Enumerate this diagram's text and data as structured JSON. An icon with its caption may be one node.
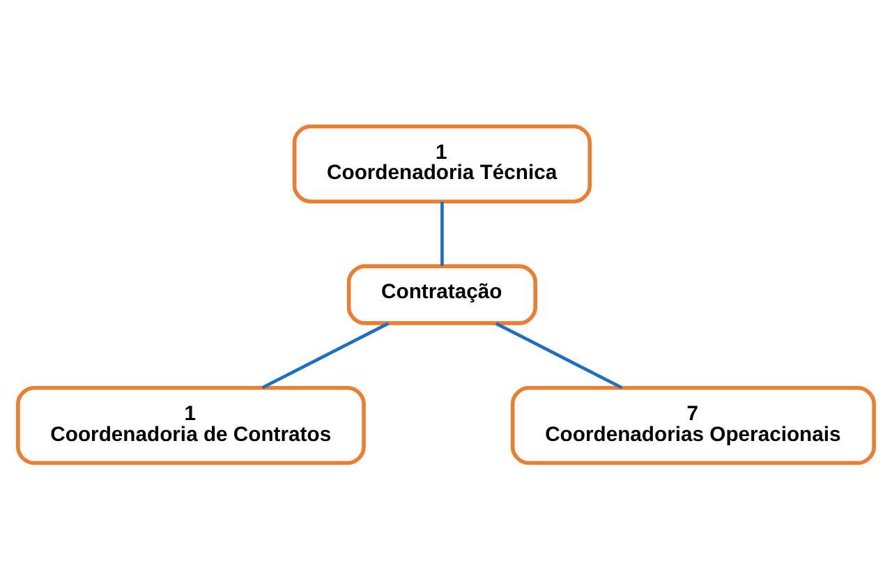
{
  "diagram": {
    "nodes": [
      {
        "text": [
          "1 Coordenadoria Técnica"
        ]
      },
      {
        "text": [
          "Contratação"
        ]
      },
      {
        "text": [
          "1 Coordenadoria de Contratos"
        ]
      },
      {
        "text": [
          "7 Coordenadorias Operacionais"
        ]
      }
    ],
    "edges": [
      {
        "from": 0,
        "to": 1,
        "arrow": "none"
      },
      {
        "from": 1,
        "to": 2,
        "arrow": "none"
      },
      {
        "from": 1,
        "to": 3,
        "arrow": "none"
      }
    ]
  }
}
